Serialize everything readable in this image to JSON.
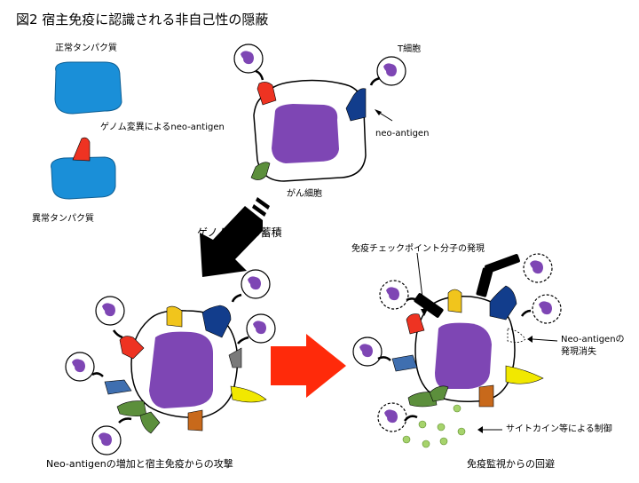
{
  "title": "図2  宿主免疫に認識される非自己性の隠蔽",
  "labels": {
    "normal_protein": "正常タンパク質",
    "genomic_mutation": "ゲノム変異によるneo-antigen",
    "abnormal_protein": "異常タンパク質",
    "t_cell": "T細胞",
    "neo_antigen": "neo-antigen",
    "cancer_cell": "がん細胞",
    "genome_accumulation": "ゲノム異常の蓄積",
    "checkpoint_expression": "免疫チェックポイント分子の発現",
    "neo_antigen_loss_line1": "Neo-antigenの",
    "neo_antigen_loss_line2": "発現消失",
    "cytokine_control": "サイトカイン等による制御",
    "left_caption": "Neo-antigenの増加と宿主免疫からの攻撃",
    "right_caption": "免疫監視からの回避"
  },
  "colors": {
    "protein_blue": "#1a8fd8",
    "neo_red": "#ee3322",
    "navy": "#123d8c",
    "green": "#5c8f3c",
    "yellow": "#f1e800",
    "gold": "#f1c51c",
    "orange": "#c8691b",
    "steel_blue": "#3f6fb0",
    "gray": "#7a7a7a",
    "purple": "#7e46b4",
    "arrow_red": "#ff2a0a",
    "cytokine_green": "#a6d36c"
  }
}
